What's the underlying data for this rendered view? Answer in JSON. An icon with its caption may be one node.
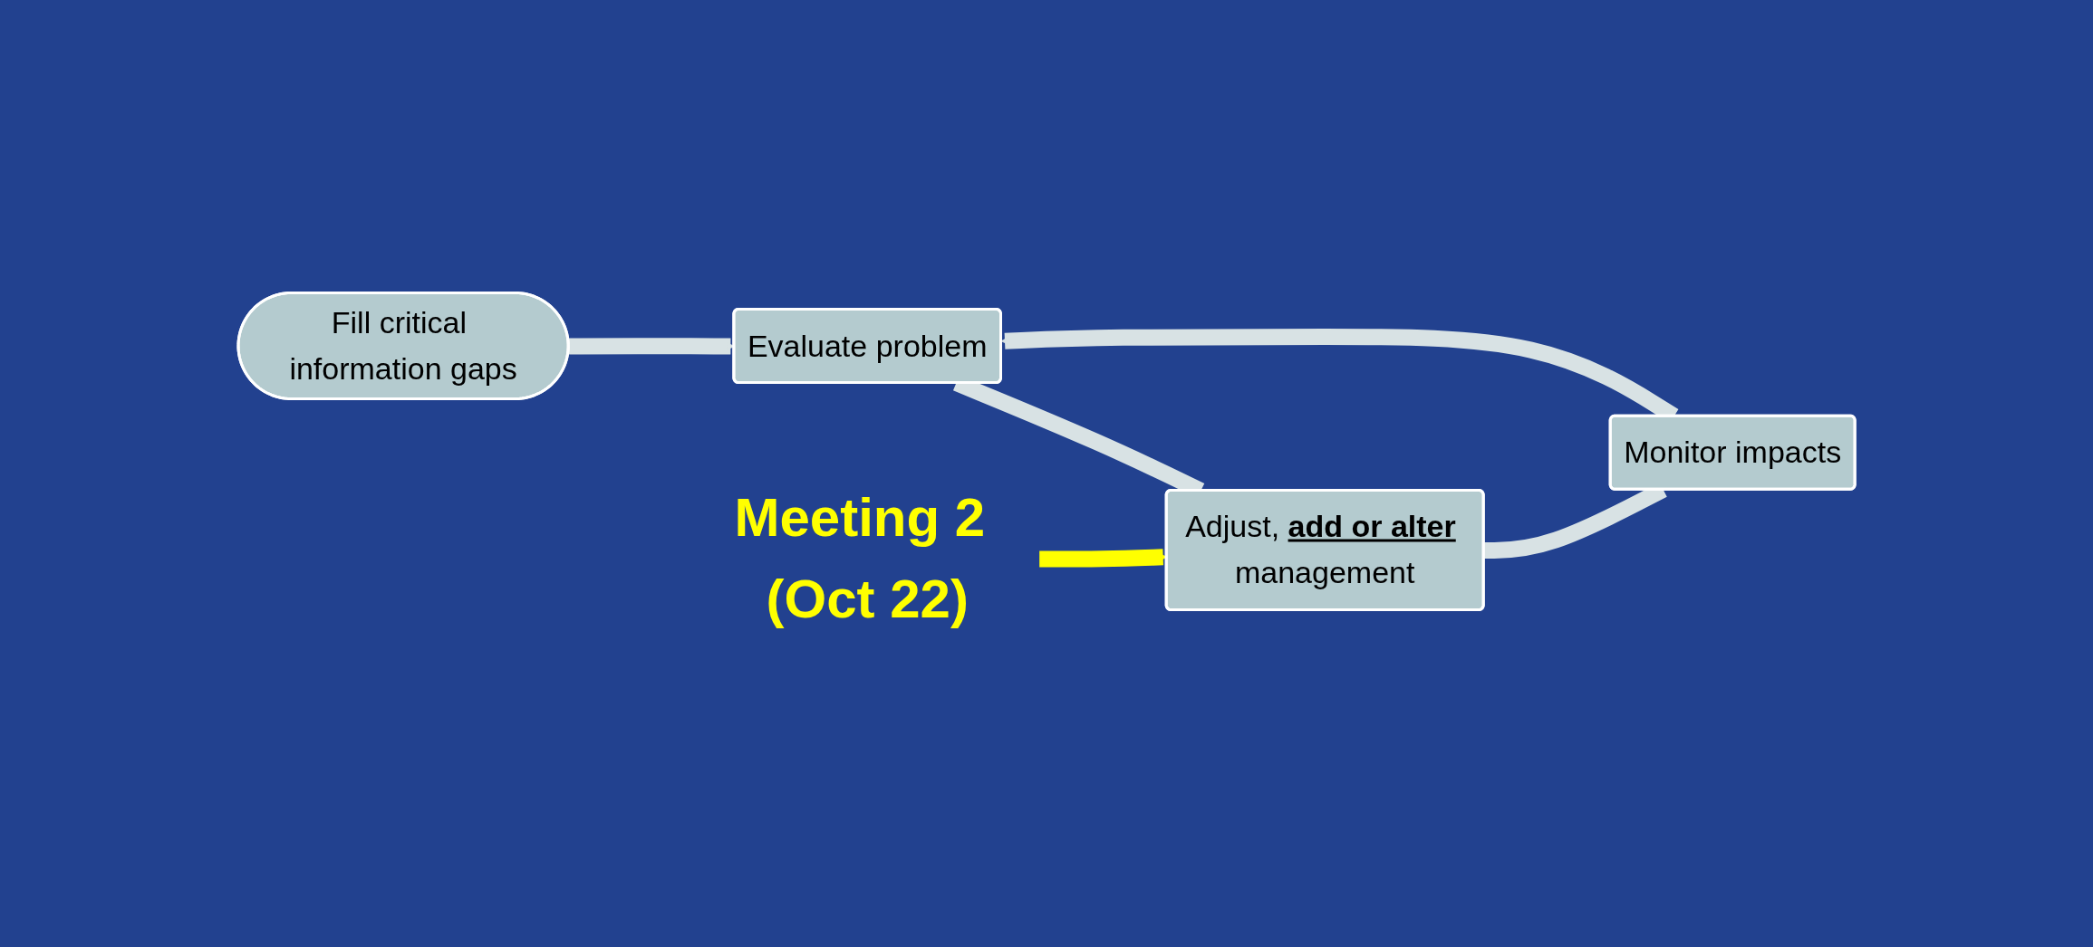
{
  "diagram": {
    "nodes": [
      {
        "text": [
          "Fill critical information gaps"
        ]
      },
      {
        "text": [
          "Evaluate problem"
        ]
      },
      {
        "text": [
          "Adjust, **add or alter** management"
        ]
      },
      {
        "text": [
          "Monitor impacts"
        ]
      },
      {
        "text": [
          "Meeting 2 (Oct 22)"
        ]
      }
    ],
    "edges": [
      {
        "from": 0,
        "to": 1,
        "arrow": "to"
      },
      {
        "from": 1,
        "to": 2,
        "arrow": "none"
      },
      {
        "from": 2,
        "to": 3,
        "arrow": "none"
      },
      {
        "from": 3,
        "to": 1,
        "arrow": "to"
      },
      {
        "from": 4,
        "to": 2,
        "arrow": "to",
        "color": "#ffff00"
      }
    ]
  }
}
